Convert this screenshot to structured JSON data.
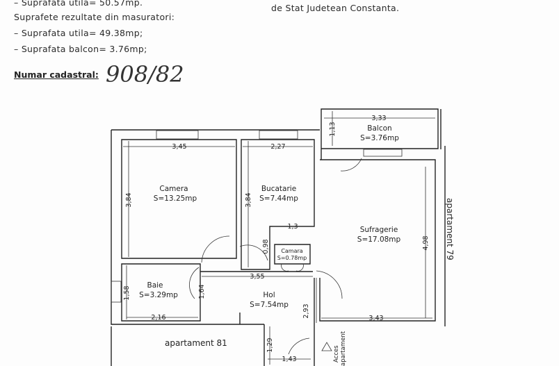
{
  "header": {
    "lines": [
      "– Suprafata utila= 50.57mp.",
      "Suprafete rezultate din masuratori:",
      "– Suprafata utila= 49.38mp;",
      "– Suprafata balcon= 3.76mp;"
    ],
    "right_text": "de Stat Judetean Constanta.",
    "cadastral_label": "Numar cadastral:",
    "cadastral_value": "908/82"
  },
  "plan": {
    "rooms": [
      {
        "name": "Camera",
        "area": "S=13.25mp"
      },
      {
        "name": "Bucatarie",
        "area": "S=7.44mp"
      },
      {
        "name": "Balcon",
        "area": "S=3.76mp"
      },
      {
        "name": "Sufragerie",
        "area": "S=17.08mp"
      },
      {
        "name": "Camara",
        "area": "S=0.78mp"
      },
      {
        "name": "Baie",
        "area": "S=3.29mp"
      },
      {
        "name": "Hol",
        "area": "S=7.54mp"
      }
    ],
    "dimensions": [
      "3,45",
      "2,27",
      "3,33",
      "1,13",
      "3,84",
      "3,84",
      "1,3",
      "0,98",
      "4,98",
      "3,55",
      "1,58",
      "1,64",
      "2,16",
      "2,93",
      "3,43",
      "1,29",
      "1,43"
    ],
    "neighbors": [
      "apartament 81",
      "apartament 79"
    ],
    "access_label": [
      "Acces",
      "apartament"
    ]
  }
}
